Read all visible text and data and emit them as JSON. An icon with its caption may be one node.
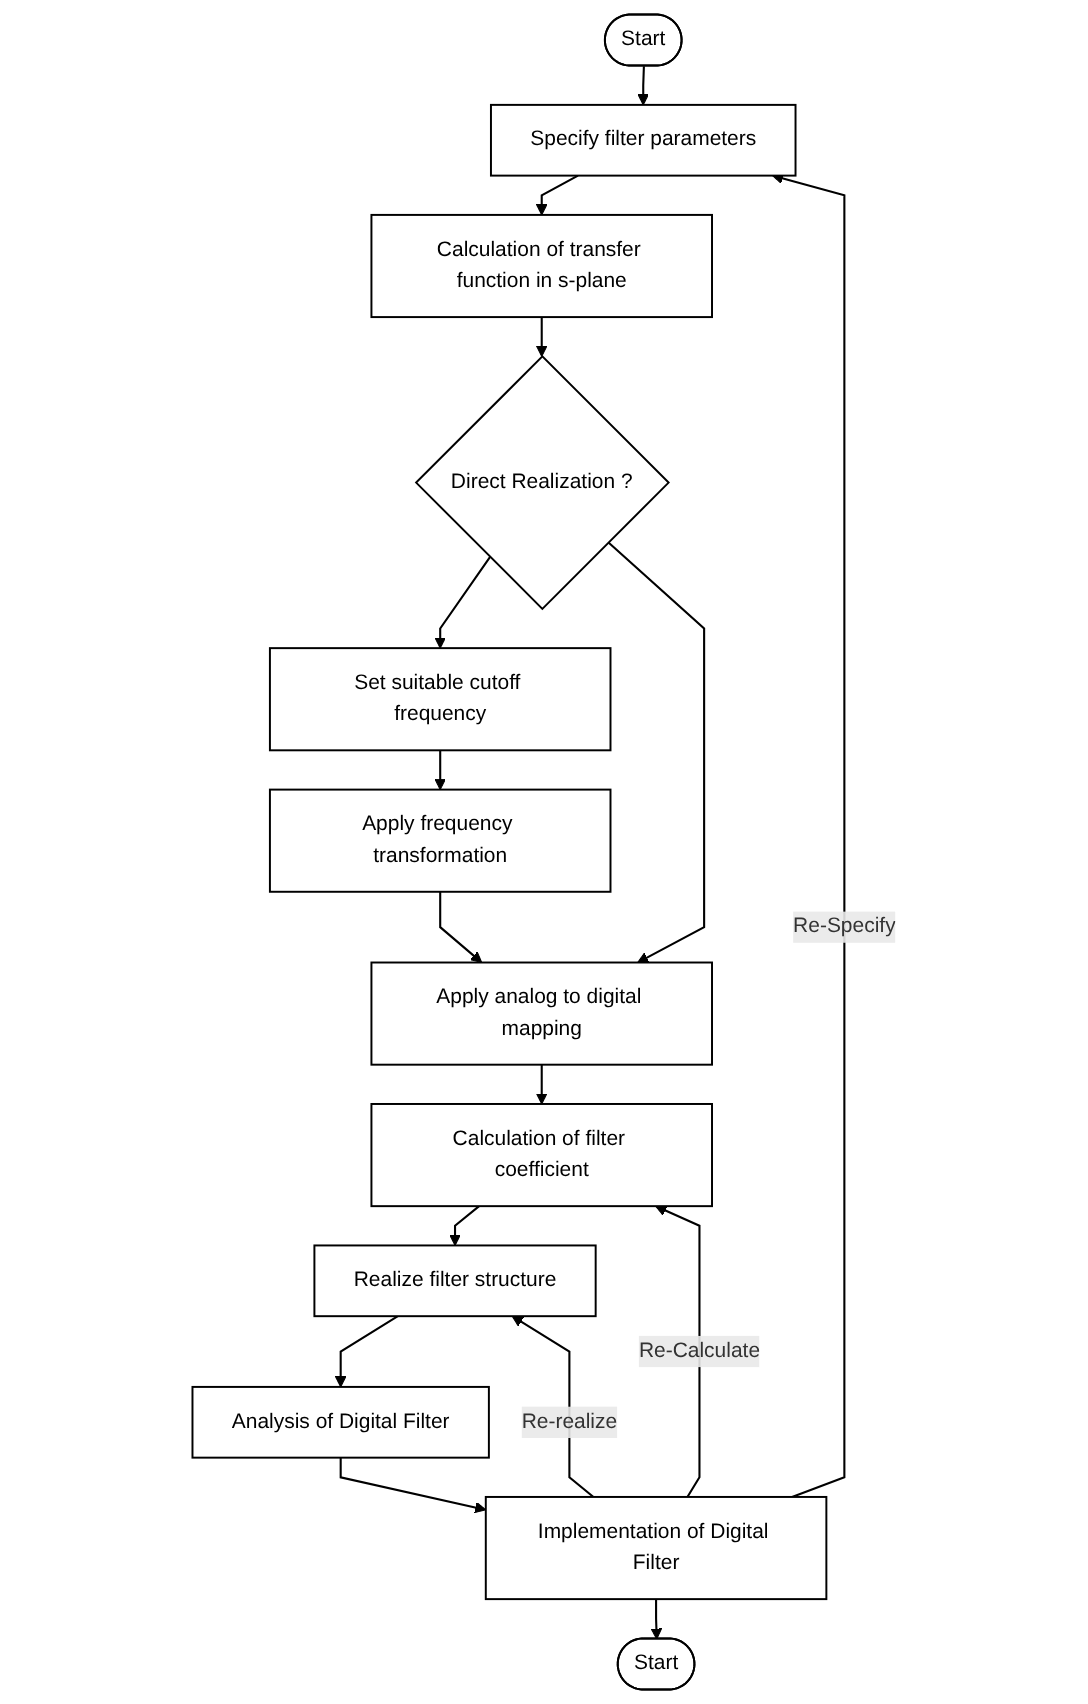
{
  "diagram": {
    "nodes": [
      {
        "text": [
          "Start"
        ]
      },
      {
        "text": [
          "Specify filter parameters"
        ]
      },
      {
        "text": [
          "Calculation of transfer function in s-plane"
        ]
      },
      {
        "text": [
          "Direct Realization ?"
        ]
      },
      {
        "text": [
          "Set suitable cutoff frequency"
        ]
      },
      {
        "text": [
          "Apply frequency transformation"
        ]
      },
      {
        "text": [
          "Apply analog to digital mapping"
        ]
      },
      {
        "text": [
          "Calculation of filter coefficient"
        ]
      },
      {
        "text": [
          "Realize filter structure"
        ]
      },
      {
        "text": [
          "Analysis of Digital Filter"
        ]
      },
      {
        "text": [
          "Implementation of Digital Filter"
        ]
      },
      {
        "text": [
          "Start"
        ]
      }
    ],
    "edges": [
      {
        "from": 0,
        "to": 1,
        "arrow": "to"
      },
      {
        "from": 1,
        "to": 2,
        "arrow": "to"
      },
      {
        "from": 2,
        "to": 3,
        "arrow": "to"
      },
      {
        "from": 3,
        "to": 4,
        "arrow": "to"
      },
      {
        "from": 4,
        "to": 5,
        "arrow": "to"
      },
      {
        "from": 3,
        "to": 6,
        "arrow": "to"
      },
      {
        "from": 5,
        "to": 6,
        "arrow": "to"
      },
      {
        "from": 6,
        "to": 7,
        "arrow": "to"
      },
      {
        "from": 7,
        "to": 8,
        "arrow": "to"
      },
      {
        "from": 8,
        "to": 9,
        "arrow": "to"
      },
      {
        "from": 9,
        "to": 10,
        "arrow": "to"
      },
      {
        "from": 10,
        "to": 11,
        "arrow": "to"
      },
      {
        "from": 10,
        "to": 1,
        "label": "Re-Specify",
        "arrow": "to"
      },
      {
        "from": 10,
        "to": 8,
        "label": "Re-realize",
        "arrow": "to"
      },
      {
        "from": 10,
        "to": 7,
        "label": "Re-Calculate",
        "arrow": "to"
      }
    ]
  }
}
